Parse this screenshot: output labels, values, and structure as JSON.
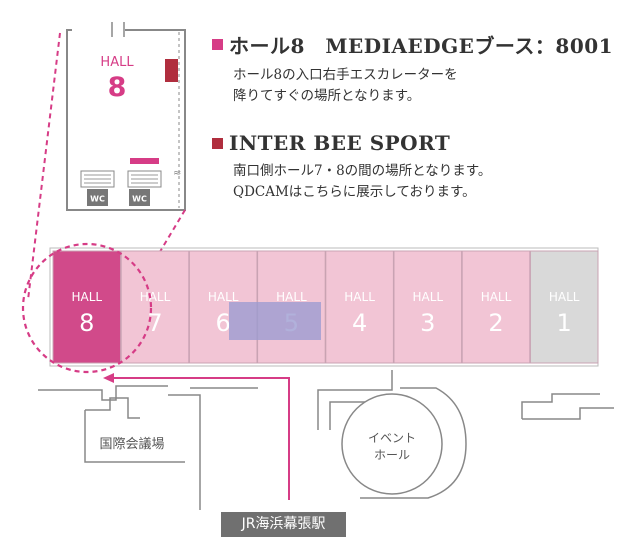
{
  "colors": {
    "magenta": "#d63c86",
    "hall8_fill": "#d14a8a",
    "hall_pink": "#f2c5d5",
    "hall_grey": "#d9d9d9",
    "booth_marker_inter_bee": "#9b9bd1",
    "booth_marker_mediaedge": "#b02e3e",
    "section_square_2": "#b02e3e",
    "outline_grey": "#888888"
  },
  "inset": {
    "hall_label": "HALL",
    "hall_number": "8",
    "wc_label_1": "WC",
    "wc_label_2": "WC"
  },
  "sections": [
    {
      "title": "ホール8　MEDIAEDGEブース：8001",
      "lines": [
        "ホール8の入口右手エスカレーターを",
        "降りてすぐの場所となります。"
      ]
    },
    {
      "title": "INTER BEE SPORT",
      "lines": [
        "南口側ホール7・8の間の場所となります。",
        "QDCAMはこちらに展示しております。"
      ]
    }
  ],
  "halls": [
    {
      "label": "HALL",
      "number": "8",
      "style": "highlight"
    },
    {
      "label": "HALL",
      "number": "7",
      "style": "pink"
    },
    {
      "label": "HALL",
      "number": "6",
      "style": "pink"
    },
    {
      "label": "HALL",
      "number": "5",
      "style": "pink"
    },
    {
      "label": "HALL",
      "number": "4",
      "style": "pink"
    },
    {
      "label": "HALL",
      "number": "3",
      "style": "pink"
    },
    {
      "label": "HALL",
      "number": "2",
      "style": "pink"
    },
    {
      "label": "HALL",
      "number": "1",
      "style": "grey"
    }
  ],
  "landmarks": {
    "conference_hall": "国際会議場",
    "event_hall_line1": "イベント",
    "event_hall_line2": "ホール"
  },
  "station": "JR海浜幕張駅"
}
